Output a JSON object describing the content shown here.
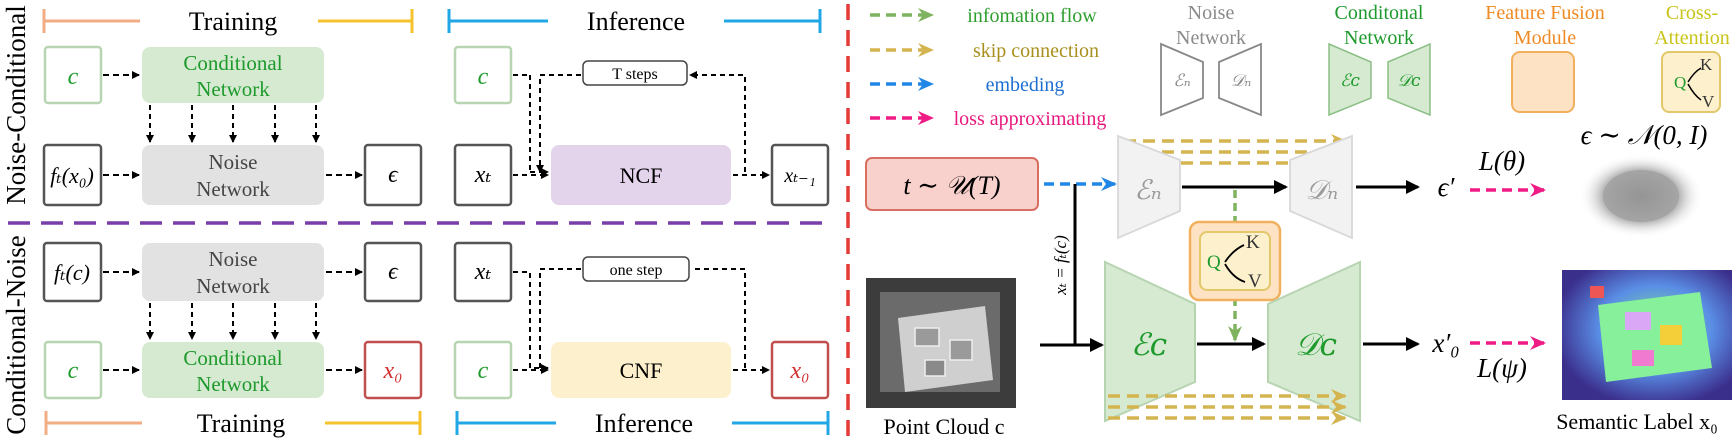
{
  "left_panel": {
    "row_labels": {
      "top": "Noise-Conditional",
      "bottom": "Conditional-Noise"
    },
    "sections": {
      "training": "Training",
      "inference": "Inference"
    },
    "noise_conditional": {
      "cond_input": "c",
      "conditional_network": [
        "Conditional",
        "Network"
      ],
      "noised_input": "fₜ(x₀)",
      "noise_network": [
        "Noise",
        "Network"
      ],
      "output": "ϵ",
      "inf_cond_input": "c",
      "inf_noised_input": "xₜ",
      "loop_label": "T steps",
      "model": "NCF",
      "inf_output": "xₜ₋₁"
    },
    "conditional_noise": {
      "noised_cond_input": "fₜ(c)",
      "noise_network": [
        "Noise",
        "Network"
      ],
      "output": "ϵ",
      "cond_input": "c",
      "conditional_network": [
        "Conditional",
        "Network"
      ],
      "train_output": "x₀",
      "inf_noised_input": "xₜ",
      "step_label": "one step",
      "inf_cond_input": "c",
      "model": "CNF",
      "inf_output": "x₀"
    }
  },
  "legend": {
    "arrows": [
      {
        "label": "infomation flow",
        "color": "#7fb35f",
        "text_color": "#2e9e2e"
      },
      {
        "label": "skip connection",
        "color": "#d4b44f",
        "text_color": "#a8901f"
      },
      {
        "label": "embeding",
        "color": "#2187e6",
        "text_color": "#1f6fd0"
      },
      {
        "label": "loss approximating",
        "color": "#ef1c86",
        "text_color": "#e8197d"
      }
    ],
    "noise_network": {
      "title": [
        "Noise",
        "Network"
      ],
      "encoder": "ℰₙ",
      "decoder": "𝒟ₙ"
    },
    "conditional_network": {
      "title": [
        "Conditonal",
        "Network"
      ],
      "encoder": "ℰᴄ",
      "decoder": "𝒟ᴄ"
    },
    "fusion_module": {
      "title": [
        "Feature Fusion",
        "Module"
      ]
    },
    "cross_attention": {
      "title": [
        "Cross-",
        "Attention"
      ],
      "q": "Q",
      "k": "K",
      "v": "V"
    }
  },
  "right_panel": {
    "timestep": "t ∼ 𝒰(T)",
    "encoder_noise": "ℰₙ",
    "decoder_noise": "𝒟ₙ",
    "noise_output": "ϵ′",
    "noise_loss": "L(θ)",
    "noise_dist": "ϵ ∼ 𝒩(0, I)",
    "noised_label": "xₜ = fₜ(c)",
    "ca_q": "Q",
    "ca_k": "K",
    "ca_v": "V",
    "encoder_cond": "ℰᴄ",
    "decoder_cond": "𝒟ᴄ",
    "cond_output": "x′₀",
    "cond_loss": "L(ψ)",
    "point_cloud_label": "Point Cloud  c",
    "semantic_label": "Semantic Label  x₀"
  },
  "colors": {
    "green_box": "#d6ead2",
    "gray_box": "#e2e2e2",
    "purple_box": "#e3d3eb",
    "yellow_box": "#fdf0cc",
    "pink_box": "#f8d0cc",
    "divider_red": "#e53935",
    "divider_purple": "#7a3ea8",
    "training_orange": "#f2ad84",
    "training_yellow": "#f5c32e",
    "inference_blue": "#22a7e6",
    "green_text": "#1e9a2c",
    "red_text": "#d32f2f"
  }
}
